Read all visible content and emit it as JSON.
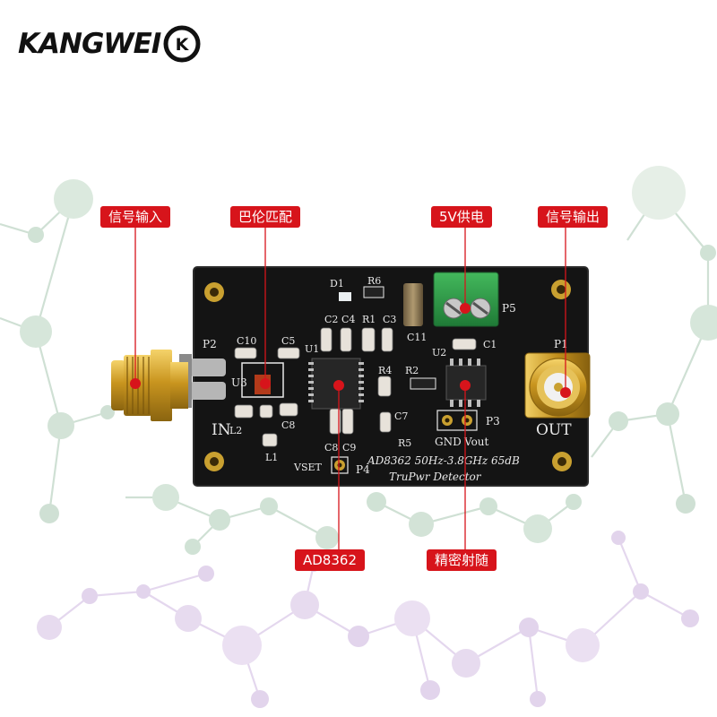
{
  "logo": {
    "text": "KANGWEI",
    "badge": "K"
  },
  "callouts": {
    "signal_in": "信号输入",
    "balun": "巴伦匹配",
    "power": "5V供电",
    "signal_out": "信号输出",
    "chip": "AD8362",
    "follower": "精密射随"
  },
  "board": {
    "title_line1": "AD8362 50Hz-3.8GHz 65dB",
    "title_line2": "TruPwr Detector",
    "in_label": "IN",
    "out_label": "OUT",
    "vset_label": "VSET",
    "gnd_label": "GND",
    "vout_label": "Vout",
    "refs": {
      "p1": "P1",
      "p2": "P2",
      "p3": "P3",
      "p4": "P4",
      "p5": "P5",
      "u1": "U1",
      "u2": "U2",
      "u3": "U3",
      "d1": "D1",
      "l1": "L1",
      "l2": "L2",
      "r1": "R1",
      "r2": "R2",
      "r4": "R4",
      "r5": "R5",
      "r6": "R6",
      "c1": "C1",
      "c2": "C2",
      "c3": "C3",
      "c4": "C4",
      "c5": "C5",
      "c7": "C7",
      "c8": "C8",
      "c8b": "C8",
      "c9": "C9",
      "c10": "C10",
      "c11": "C11"
    }
  },
  "colors": {
    "callout": "#d7141b",
    "pcb": "#141414",
    "gold": "#c9a030",
    "terminal": "#2f9e4a"
  }
}
